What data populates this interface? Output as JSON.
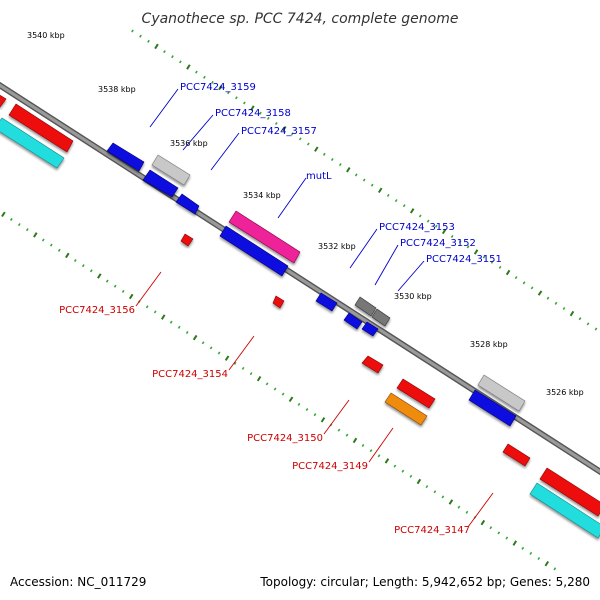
{
  "title": "Cyanothece sp. PCC 7424, complete genome",
  "footer": {
    "accession": "Accession: NC_011729",
    "summary": "Topology: circular; Length: 5,942,652 bp; Genes: 5,280"
  },
  "scale_labels": [
    "3540 kbp",
    "3538 kbp",
    "3536 kbp",
    "3534 kbp",
    "3532 kbp",
    "3530 kbp",
    "3528 kbp",
    "3526 kbp"
  ],
  "gene_labels": {
    "upper": [
      "PCC7424_3159",
      "PCC7424_3158",
      "PCC7424_3157",
      "mutL",
      "PCC7424_3153",
      "PCC7424_3152",
      "PCC7424_3151"
    ],
    "lower": [
      "PCC7424_3156",
      "PCC7424_3154",
      "PCC7424_3150",
      "PCC7424_3149",
      "PCC7424_3147"
    ]
  },
  "colors": {
    "background": "#ffffff",
    "backbone": "#8c8c8c",
    "tick_dark": "#2a7a1a",
    "tick_light": "#33aa33",
    "label_blue": "#0000cc",
    "label_red": "#cc0000",
    "blue": "#1010e0",
    "red": "#ee1010",
    "cyan": "#22dddd",
    "magenta": "#ee2299",
    "gray": "#c8c8c8",
    "darkgray": "#777777",
    "orange": "#f08c10"
  }
}
